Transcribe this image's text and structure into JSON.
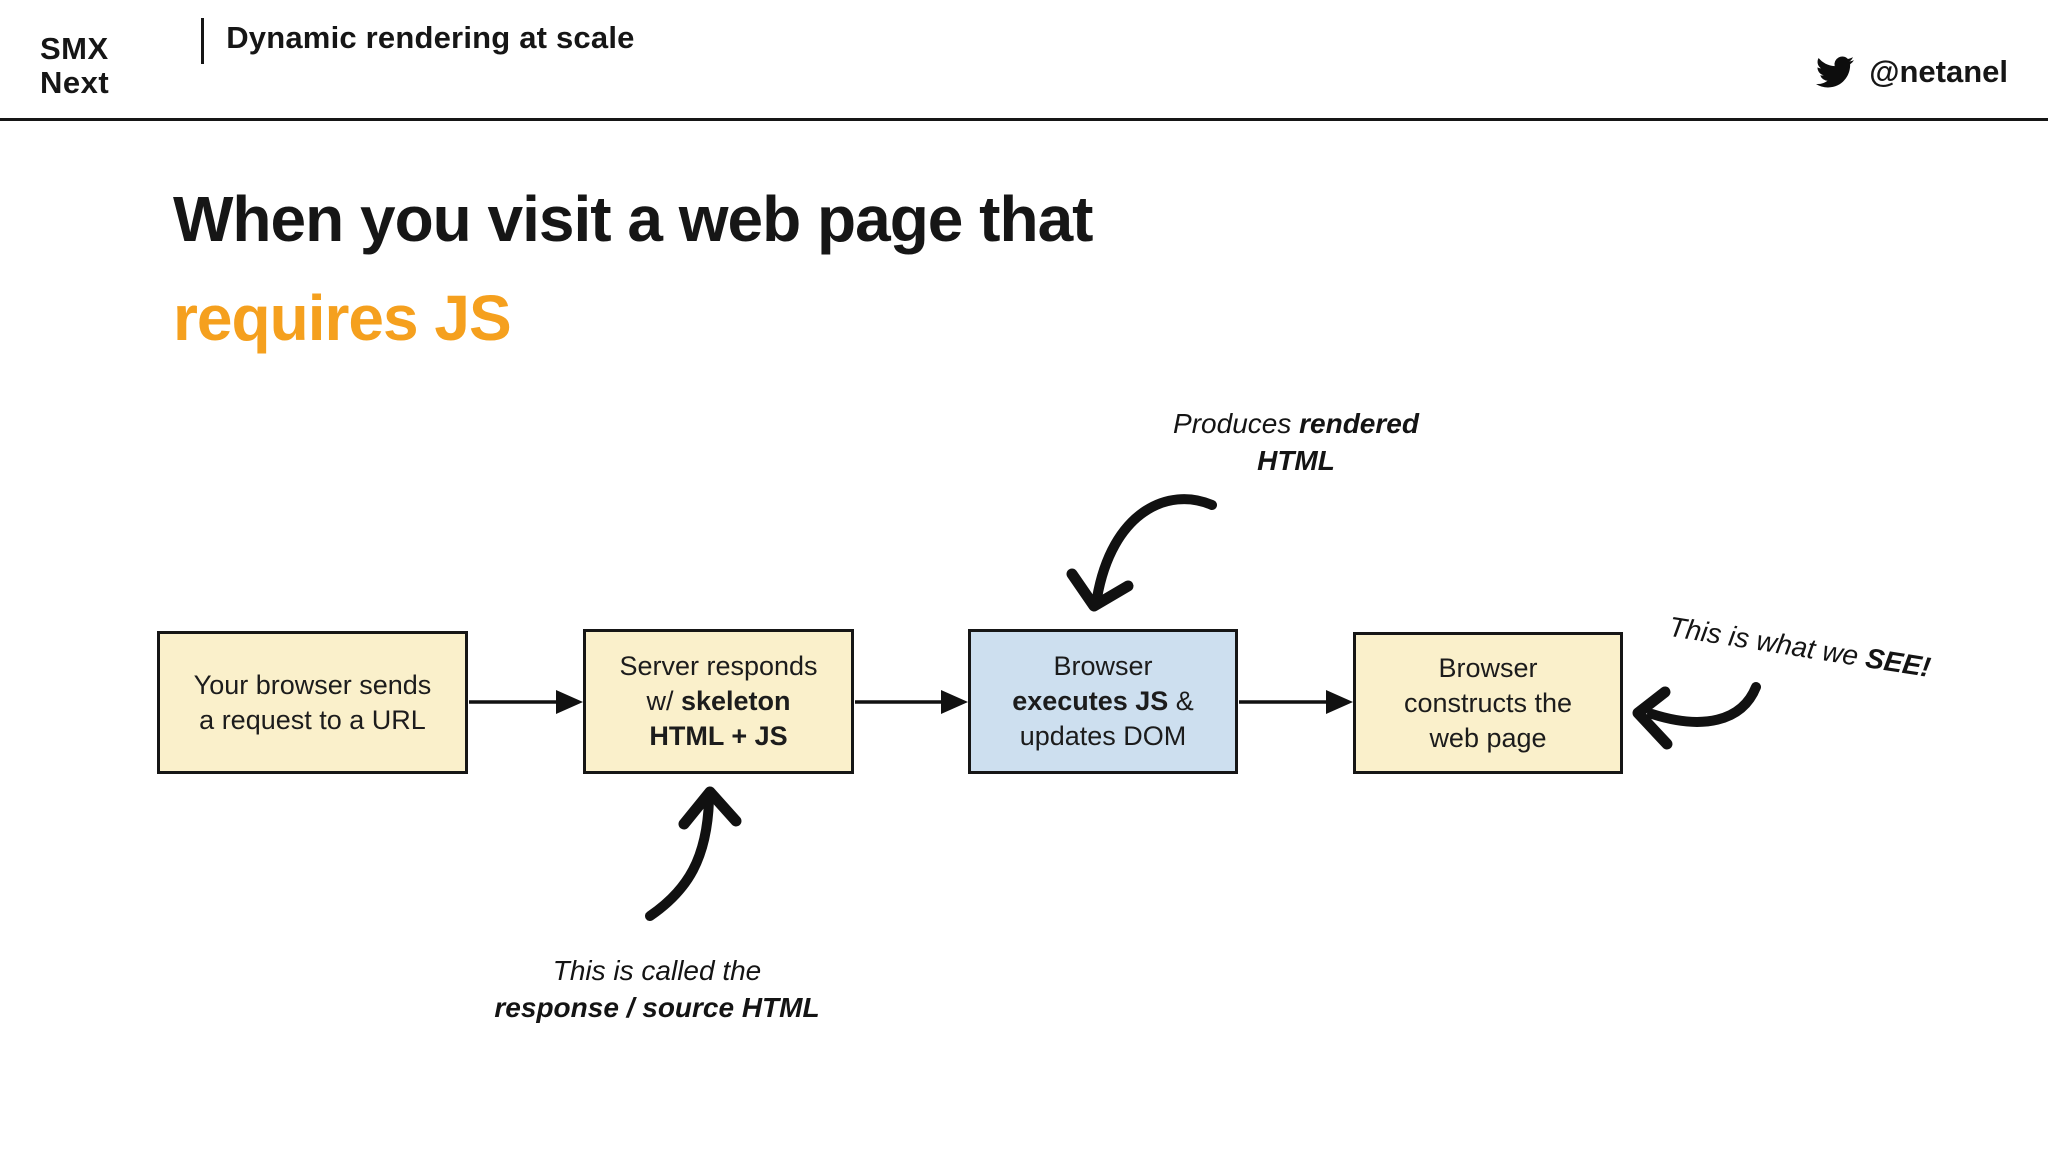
{
  "header": {
    "logo_line1": "SMX",
    "logo_line2": "Next",
    "title": "Dynamic rendering at scale",
    "twitter_handle": "@netanel"
  },
  "heading": {
    "line1": "When you visit a web page that",
    "line2": "requires JS"
  },
  "diagram": {
    "boxes": {
      "box1": {
        "line1": "Your browser sends",
        "line2": "a request to a URL"
      },
      "box2": {
        "line1": "Server responds",
        "line2_prefix": "w/ ",
        "line2_bold": "skeleton",
        "line3_bold": "HTML + JS"
      },
      "box3": {
        "line1": "Browser",
        "line2_bold": "executes JS",
        "line2_suffix": " &",
        "line3": "updates DOM"
      },
      "box4": {
        "line1": "Browser",
        "line2": "constructs the",
        "line3": "web page"
      }
    },
    "annotations": {
      "produces": {
        "line1_prefix": "Produces ",
        "line1_bold": "rendered",
        "line2_bold": "HTML"
      },
      "response": {
        "line1": "This is called the",
        "line2_bold": "response / source HTML"
      },
      "see": {
        "prefix": "This is what we ",
        "bold": "SEE!"
      }
    }
  },
  "colors": {
    "accent_orange": "#F5A01E",
    "box_yellow": "#FAF0CB",
    "box_blue": "#CDDFEF",
    "ink": "#161616"
  }
}
